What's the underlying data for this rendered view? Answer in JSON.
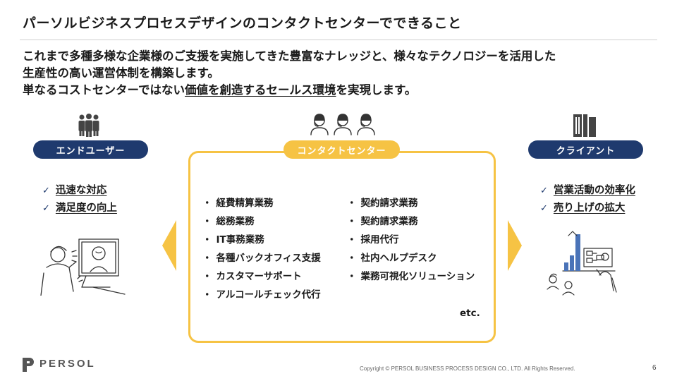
{
  "header": {
    "title": "パーソルビジネスプロセスデザインのコンタクトセンターでできること"
  },
  "lead": {
    "line1": "これまで多種多様な企業様のご支援を実施してきた豊富なナレッジと、様々なテクノロジーを活用した",
    "line2": "生産性の高い運営体制を構築します。",
    "line3_pre": "単なるコストセンターではない",
    "line3_underlined": "価値を創造するセールス環境",
    "line3_post": "を実現します。"
  },
  "end_user": {
    "label": "エンドユーザー",
    "checks": [
      "迅速な対応",
      "満足度の向上"
    ]
  },
  "contact_center": {
    "label": "コンタクトセンター",
    "bullet": "・",
    "left_items": [
      "経費精算業務",
      "総務業務",
      "IT事務業務",
      "各種バックオフィス支援",
      "カスタマーサポート",
      "アルコールチェック代行"
    ],
    "right_items": [
      "契約請求業務",
      "契約請求業務",
      "採用代行",
      "社内ヘルプデスク",
      "業務可視化ソリューション"
    ],
    "etc": "etc."
  },
  "client": {
    "label": "クライアント",
    "checks": [
      "営業活動の効率化",
      "売り上げの拡大"
    ]
  },
  "check_mark": "✓",
  "footer": {
    "logo": "PERSOL",
    "copyright": "Copyright © PERSOL BUSINESS PROCESS DESIGN CO., LTD. All Rights Reserved.",
    "page_number": "6"
  },
  "colors": {
    "navy": "#1f3a6e",
    "gold": "#f6c344",
    "icon_gray": "#444444"
  },
  "icons": [
    "people-group-icon",
    "operator-headset-icon",
    "office-building-icon",
    "persol-logo-icon"
  ]
}
